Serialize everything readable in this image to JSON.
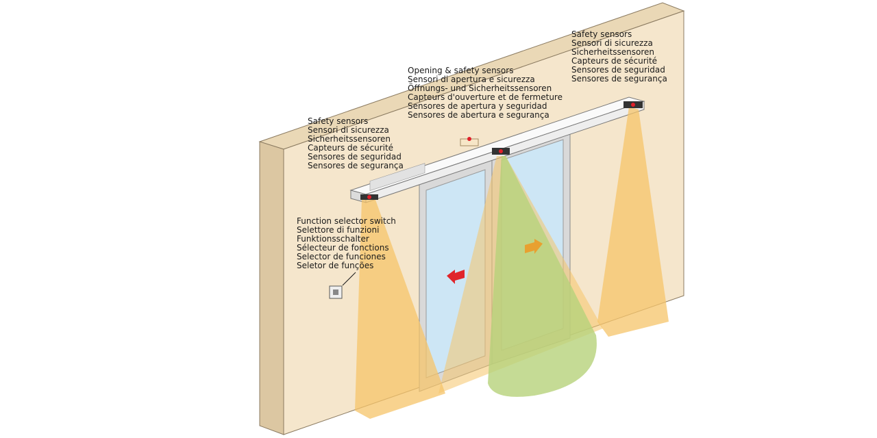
{
  "labels": {
    "safety_right": [
      "Safety sensors",
      "Sensori di sicurezza",
      "Sicherheitssensoren",
      "Capteurs de sécurité",
      "Sensores de seguridad",
      "Sensores de segurança"
    ],
    "opening": [
      "Opening & safety sensors",
      "Sensori di apertura e sicurezza",
      "Öffnungs- und Sicherheitssensoren",
      "Capteurs d'ouverture et de fermeture",
      "Sensores de apertura y seguridad",
      "Sensores de abertura e segurança"
    ],
    "safety_left": [
      "Safety sensors",
      "Sensori di sicurezza",
      "Sicherheitssensoren",
      "Capteurs de sécurité",
      "Sensores de seguridad",
      "Sensores de segurança"
    ],
    "selector": [
      "Function selector switch",
      "Selettore di funzioni",
      "Funktionsschalter",
      "Sélecteur de fonctions",
      "Selector de funciones",
      "Seletor de funções"
    ]
  },
  "colors": {
    "wall_face": "#f5e6cc",
    "wall_top": "#ead8b6",
    "wall_side": "#dcc7a2",
    "glass": "#cde6f5",
    "frame": "#cfcfcf",
    "operator": "#f4f4f4",
    "safety_beam": "#f6c46a",
    "opening_beam": "#b6d27a",
    "arrow_left": "#e0252b",
    "arrow_right": "#e8a030",
    "sensor_red": "#e0202a"
  },
  "icons": [
    "sensor-red-dot",
    "arrow-left-icon",
    "arrow-right-icon",
    "switch-icon"
  ]
}
